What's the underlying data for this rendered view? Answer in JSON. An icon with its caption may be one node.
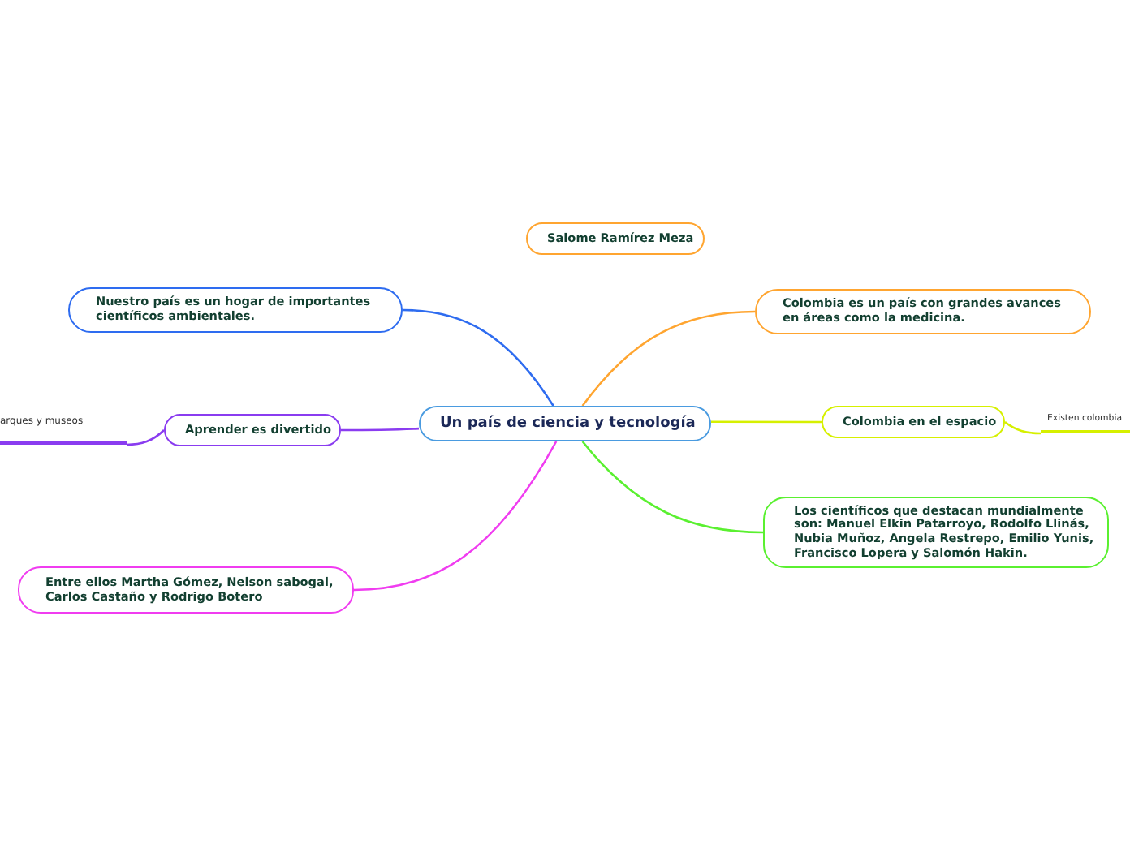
{
  "diagram": {
    "nodes": [
      {
        "text": [
          "Un país de ciencia y tecnología"
        ]
      },
      {
        "text": [
          "Salome Ramírez Meza"
        ]
      },
      {
        "text": [
          "Nuestro país es un hogar de importantes científicos ambientales."
        ]
      },
      {
        "text": [
          "Colombia es un país con grandes avances en áreas como la medicina."
        ]
      },
      {
        "text": [
          "arques y museos"
        ]
      },
      {
        "text": [
          "Aprender es divertido"
        ]
      },
      {
        "text": [
          "Colombia en el espacio"
        ]
      },
      {
        "text": [
          "Existen colombia"
        ]
      },
      {
        "text": [
          "Los científicos que destacan mundialmente son: Manuel Elkin Patarroyo, Rodolfo Llinás, Nubia Muñoz, Angela Restrepo, Emilio Yunis, Francisco Lopera y Salomón Hakin."
        ]
      },
      {
        "text": [
          "Entre ellos Martha Gómez, Nelson sabogal, Carlos Castaño y Rodrigo Botero"
        ]
      }
    ],
    "edges": [
      {
        "from": 0,
        "to": 2,
        "arrow": "none",
        "color": "#2e6cf0"
      },
      {
        "from": 0,
        "to": 3,
        "arrow": "none",
        "color": "#ffa530"
      },
      {
        "from": 0,
        "to": 5,
        "arrow": "none",
        "color": "#8a3cf0"
      },
      {
        "from": 0,
        "to": 6,
        "arrow": "none",
        "color": "#d6f000"
      },
      {
        "from": 0,
        "to": 8,
        "arrow": "none",
        "color": "#5af030"
      },
      {
        "from": 0,
        "to": 9,
        "arrow": "none",
        "color": "#f03cf0"
      },
      {
        "from": 5,
        "to": 4,
        "arrow": "none",
        "color": "#8a3cf0"
      },
      {
        "from": 6,
        "to": 7,
        "arrow": "none",
        "color": "#d6f000"
      }
    ]
  }
}
